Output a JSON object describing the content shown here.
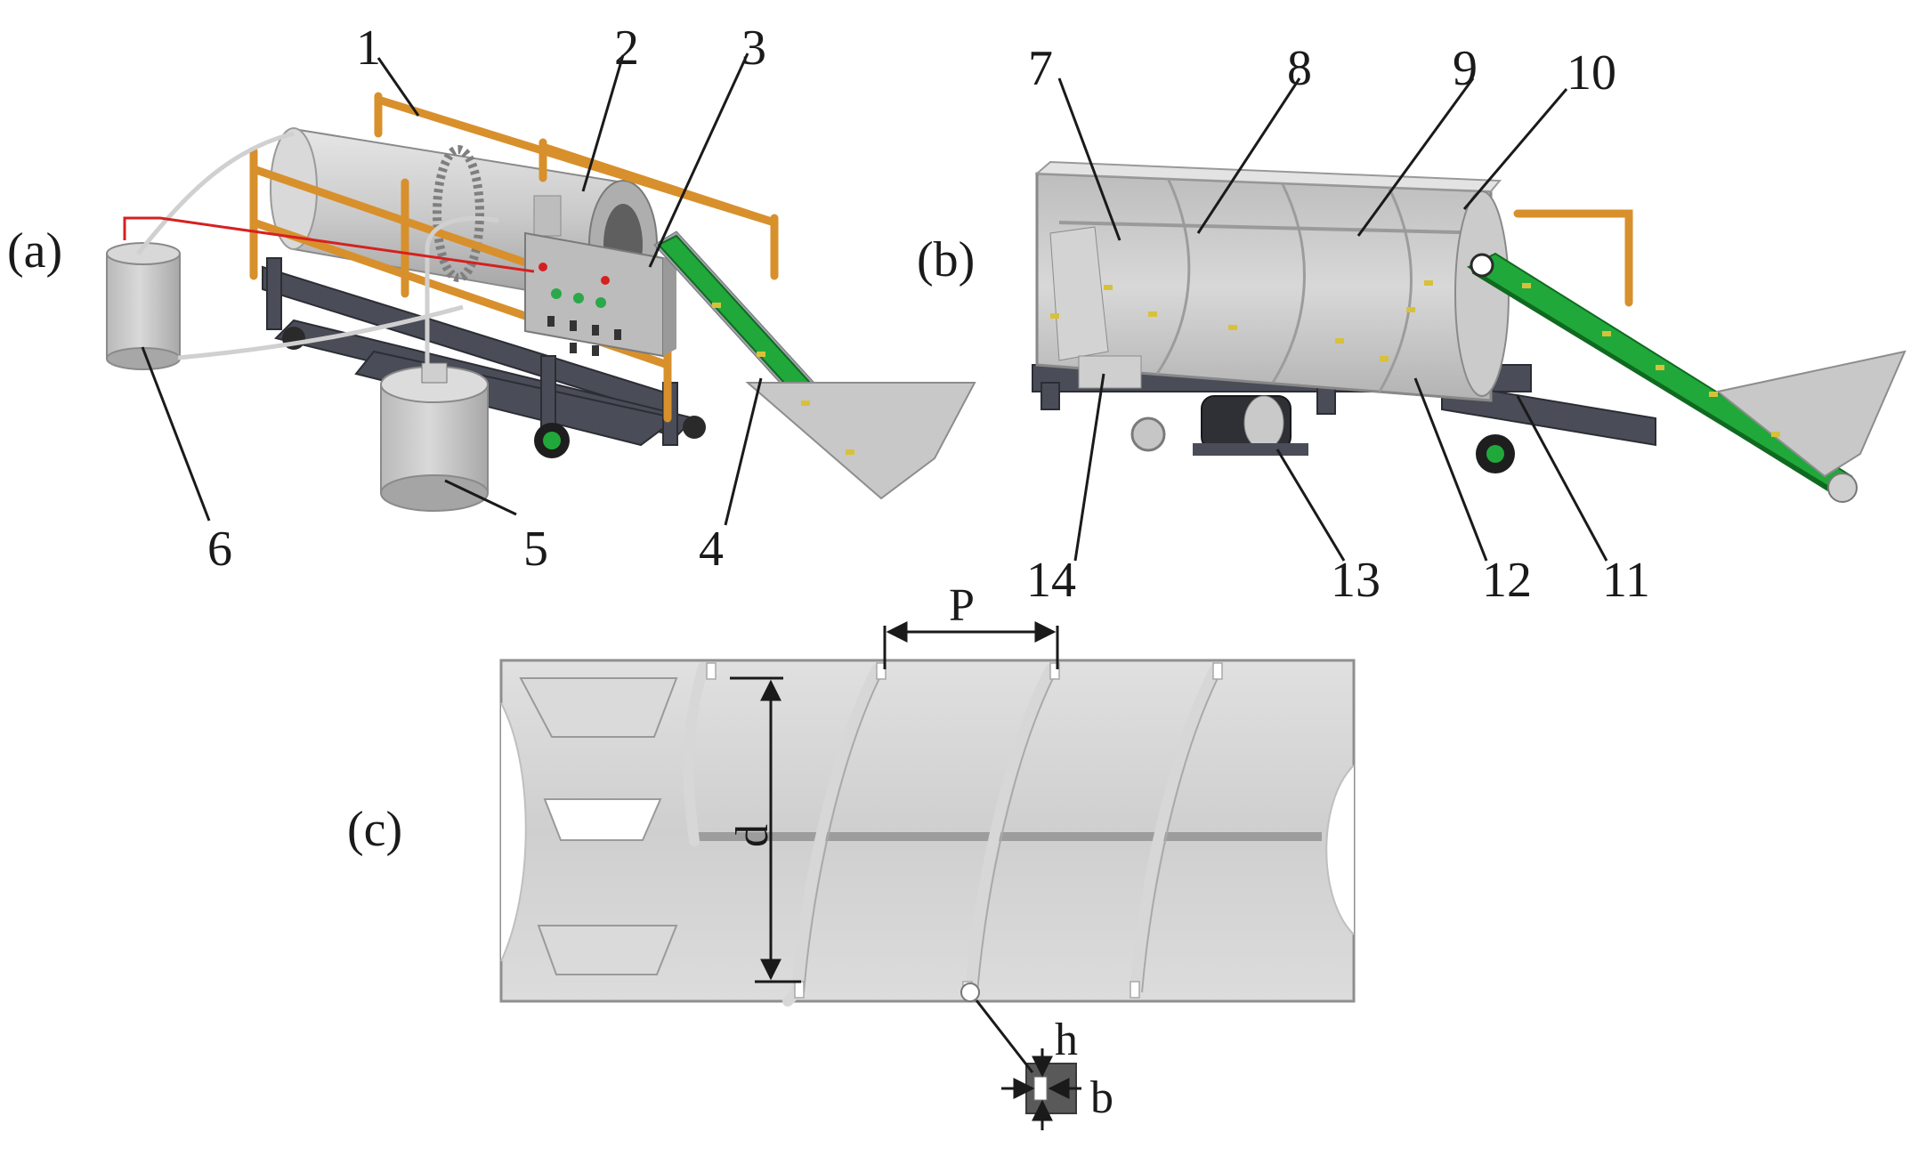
{
  "panels": {
    "a": "(a)",
    "b": "(b)",
    "c": "(c)"
  },
  "callouts": [
    "1",
    "2",
    "3",
    "4",
    "5",
    "6",
    "7",
    "8",
    "9",
    "10",
    "11",
    "12",
    "13",
    "14"
  ],
  "dimensions": {
    "pitch": "P",
    "diameter": "d",
    "height": "h",
    "width": "b"
  },
  "colors": {
    "drum": "#c9c9c9",
    "frame": "#4a4d57",
    "guard_rail": "#d8902c",
    "conveyor_belt": "#21a83a",
    "wire": "#d62020"
  }
}
